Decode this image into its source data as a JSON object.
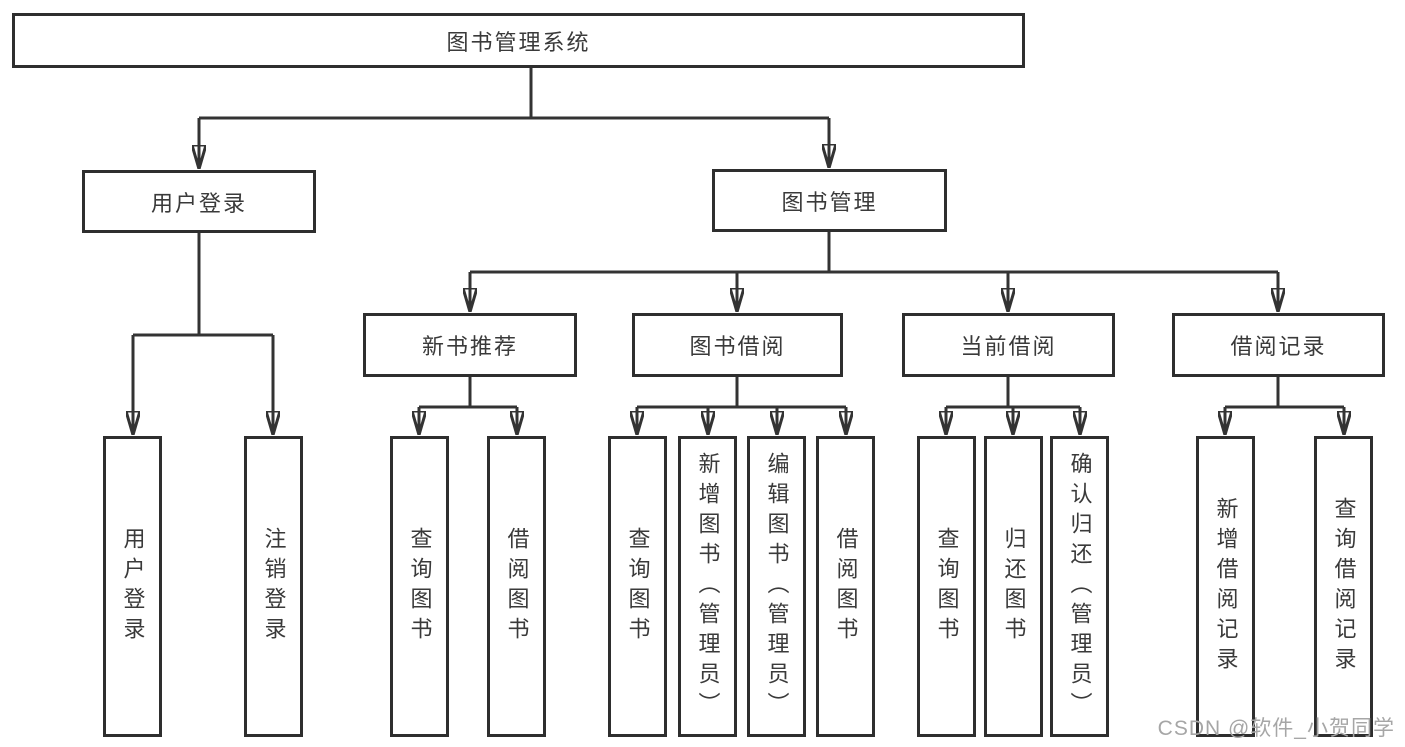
{
  "diagram": {
    "tree": {
      "root": {
        "label": "图书管理系统"
      },
      "branches": [
        {
          "label": "用户登录",
          "children": [
            {
              "label": "用户登录"
            },
            {
              "label": "注销登录"
            }
          ]
        },
        {
          "label": "图书管理",
          "children": [
            {
              "label": "新书推荐",
              "children": [
                {
                  "label": "查询图书"
                },
                {
                  "label": "借阅图书"
                }
              ]
            },
            {
              "label": "图书借阅",
              "children": [
                {
                  "label": "查询图书"
                },
                {
                  "label": "新增图书（管理员）"
                },
                {
                  "label": "编辑图书（管理员）"
                },
                {
                  "label": "借阅图书"
                }
              ]
            },
            {
              "label": "当前借阅",
              "children": [
                {
                  "label": "查询图书"
                },
                {
                  "label": "归还图书"
                },
                {
                  "label": "确认归还（管理员）"
                }
              ]
            },
            {
              "label": "借阅记录",
              "children": [
                {
                  "label": "新增借阅记录"
                },
                {
                  "label": "查询借阅记录"
                }
              ]
            }
          ]
        }
      ]
    },
    "watermark": "CSDN @软件_小贺同学",
    "colors": {
      "line": "#333333",
      "box_border": "#2e2e2e",
      "text": "#3a3a3a",
      "watermark": "#a6a6a6",
      "background": "#ffffff"
    }
  }
}
